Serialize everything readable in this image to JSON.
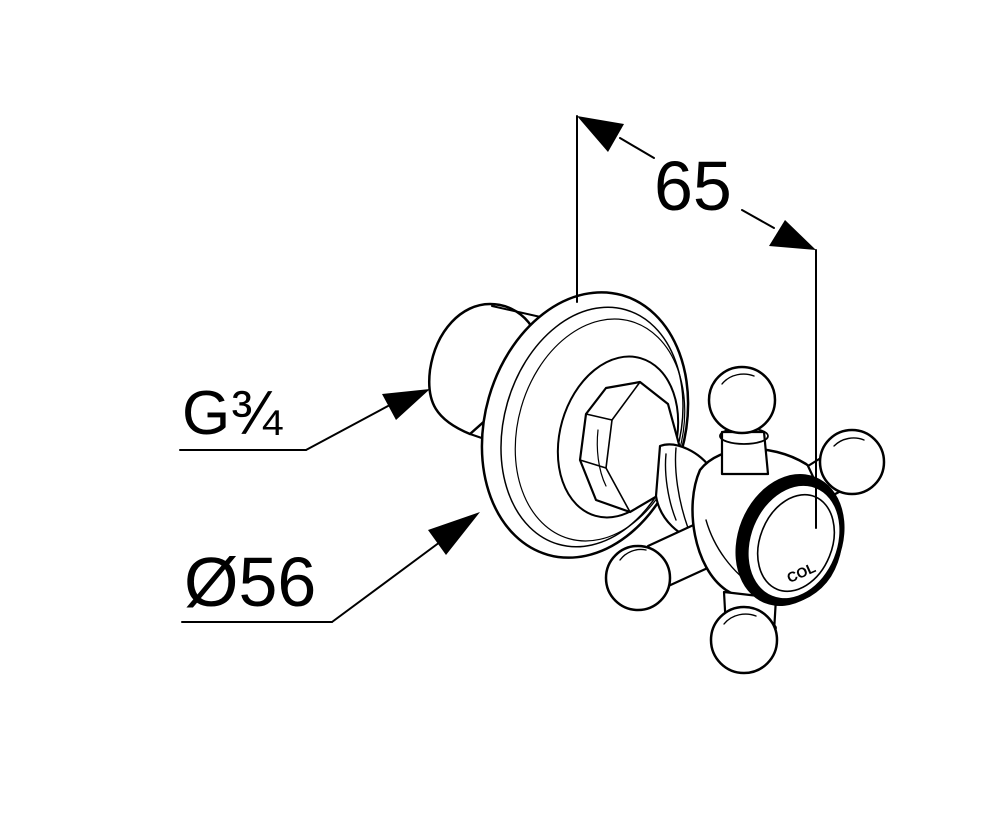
{
  "drawing": {
    "dimensions": {
      "depth": "65",
      "thread": "G¾",
      "diameter": "Ø56"
    },
    "cap_label": "COL",
    "colors": {
      "stroke": "#000000",
      "background": "#ffffff"
    }
  }
}
